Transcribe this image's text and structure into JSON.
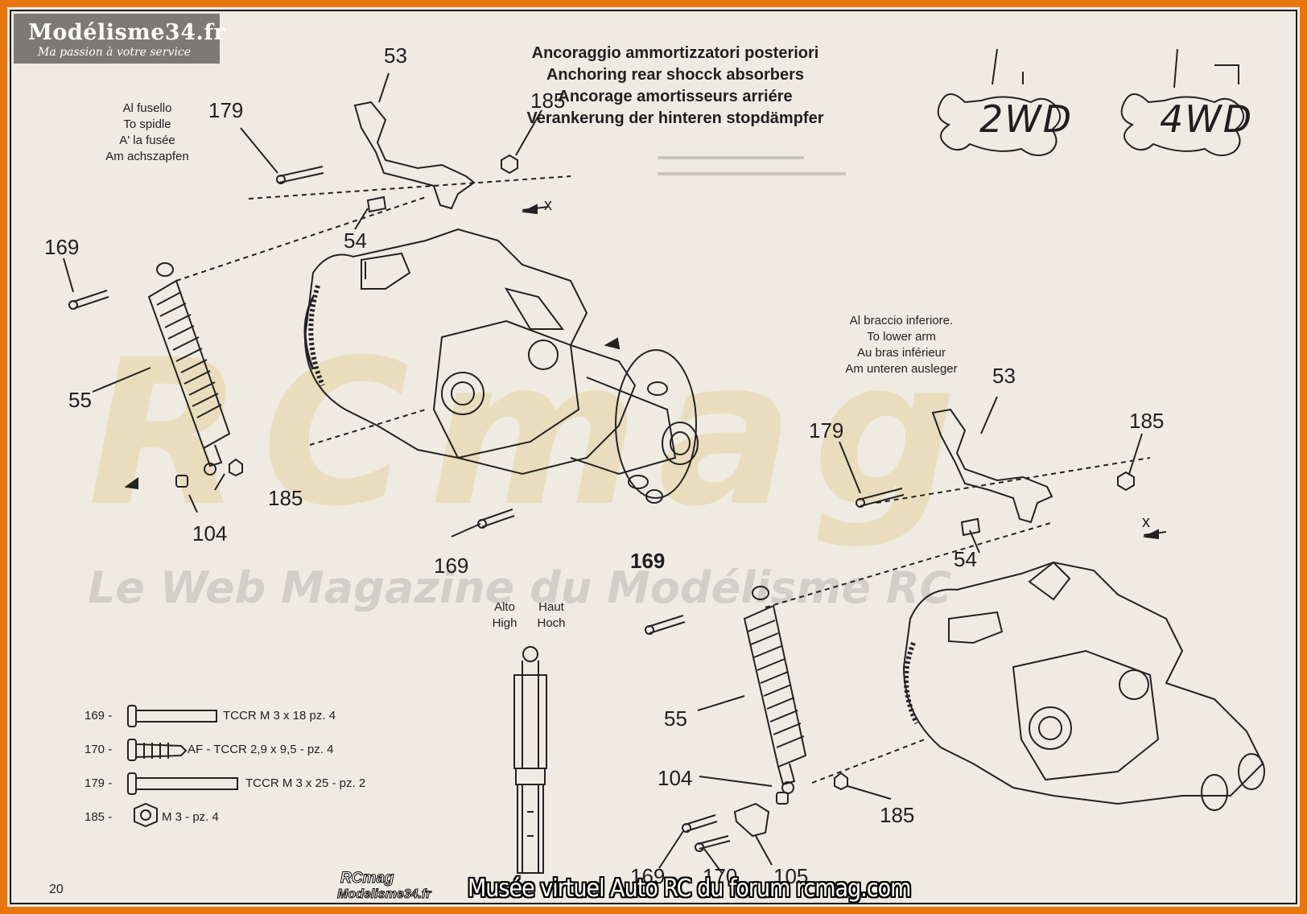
{
  "branding": {
    "logo_title": "Modélisme34.fr",
    "logo_tagline": "Ma passion à votre service",
    "bottom_brand_1": "RCmag",
    "bottom_brand_2": "Modelisme34.fr",
    "footer_caption": "Musée virtuel Auto RC du forum rcmag.com",
    "watermark_word": "RCmag",
    "watermark_line": "Le Web Magazine du Modélisme RC"
  },
  "title": {
    "it": "Ancoraggio ammortizzatori posteriori",
    "en": "Anchoring rear shocck absorbers",
    "fr": "Ancorage amortisseurs arriére",
    "de": "Verankerung der hinteren stopdämpfer"
  },
  "variants": {
    "a": "2WD",
    "b": "4WD"
  },
  "notes": {
    "spindle": [
      "Al fusello",
      "To spidle",
      "A' la fusée",
      "Am achszapfen"
    ],
    "lower_arm": [
      "Al braccio inferiore.",
      "To lower arm",
      "Au bras inférieur",
      "Am unteren ausleger"
    ],
    "height": [
      "Alto",
      "High",
      "Haut",
      "Hoch"
    ]
  },
  "parts": {
    "p53": "53",
    "p179": "179",
    "p185": "185",
    "p169": "169",
    "p54": "54",
    "p55": "55",
    "p104": "104",
    "p170": "170",
    "p105": "105",
    "x": "x"
  },
  "legend": [
    {
      "code": "169 -",
      "desc": "TCCR M 3 x 18 pz. 4"
    },
    {
      "code": "170 -",
      "desc": "AF - TCCR  2,9 x 9,5 - pz. 4"
    },
    {
      "code": "179 -",
      "desc": "TCCR M 3 x 25 - pz. 2"
    },
    {
      "code": "185 -",
      "desc": "M 3 - pz. 4"
    }
  ],
  "page_number": "20"
}
